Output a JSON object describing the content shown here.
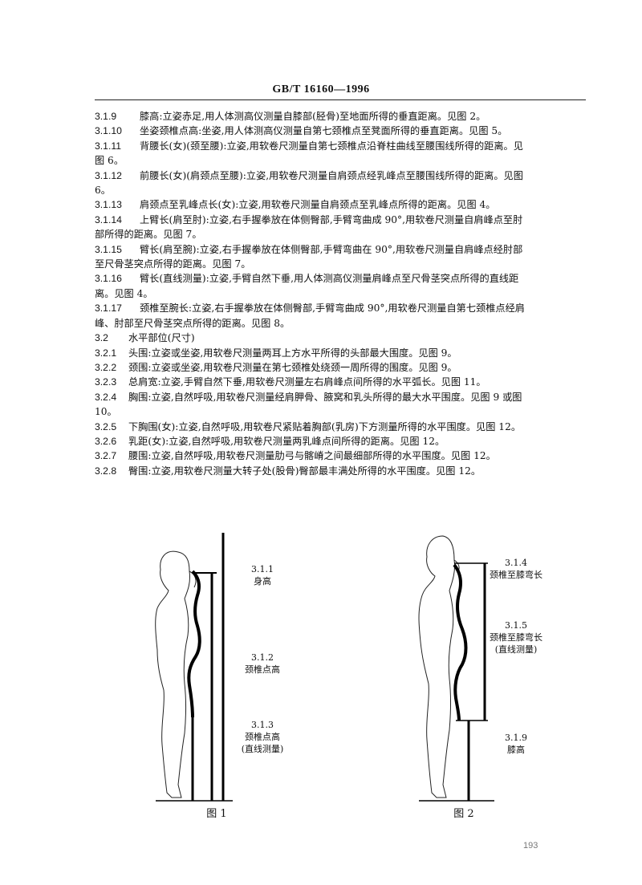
{
  "header": {
    "title": "GB/T 16160—1996"
  },
  "paragraphs": [
    {
      "num": "3.1.9",
      "text": "膝高:立姿赤足,用人体测高仪测量自膝部(胫骨)至地面所得的垂直距离。见图 2。"
    },
    {
      "num": "3.1.10",
      "text": "坐姿颈椎点高:坐姿,用人体测高仪测量自第七颈椎点至凳面所得的垂直距离。见图 5。"
    },
    {
      "num": "3.1.11",
      "text": "背腰长(女)(颈至腰):立姿,用软卷尺测量自第七颈椎点沿脊柱曲线至腰围线所得的距离。见",
      "cont": "图 6。"
    },
    {
      "num": "3.1.12",
      "text": "前腰长(女)(肩颈点至腰):立姿,用软卷尺测量自肩颈点经乳峰点至腰围线所得的距离。见图",
      "cont": "6。"
    },
    {
      "num": "3.1.13",
      "text": "肩颈点至乳峰点长(女):立姿,用软卷尺测量自肩颈点至乳峰点所得的距离。见图 4。"
    },
    {
      "num": "3.1.14",
      "text": "上臂长(肩至肘):立姿,右手握拳放在体侧臀部,手臂弯曲成 90°,用软卷尺测量自肩峰点至肘",
      "cont": "部所得的距离。见图 7。"
    },
    {
      "num": "3.1.15",
      "text": "臂长(肩至腕):立姿,右手握拳放在体侧臀部,手臂弯曲在 90°,用软卷尺测量自肩峰点经肘部",
      "cont": "至尺骨茎突点所得的距离。见图 7。"
    },
    {
      "num": "3.1.16",
      "text": "臂长(直线测量):立姿,手臂自然下垂,用人体测高仪测量肩峰点至尺骨茎突点所得的直线距",
      "cont": "离。见图 4。"
    },
    {
      "num": "3.1.17",
      "text": "颈椎至腕长:立姿,右手握拳放在体侧臀部,手臂弯曲成 90°,用软卷尺测量自第七颈椎点经肩",
      "cont": "峰、肘部至尺骨茎突点所得的距离。见图 8。"
    },
    {
      "num": "3.2",
      "text": "水平部位(尺寸)",
      "short": true
    },
    {
      "num": "3.2.1",
      "text": "头围:立姿或坐姿,用软卷尺测量两耳上方水平所得的头部最大围度。见图 9。"
    },
    {
      "num": "3.2.2",
      "text": "颈围:立姿或坐姿,用软卷尺测量在第七颈椎处绕颈一周所得的围度。见图 9。"
    },
    {
      "num": "3.2.3",
      "text": "总肩宽:立姿,手臂自然下垂,用软卷尺测量左右肩峰点间所得的水平弧长。见图 11。"
    },
    {
      "num": "3.2.4",
      "text": "胸围:立姿,自然呼吸,用软卷尺测量经肩胛骨、腋窝和乳头所得的最大水平围度。见图 9 或图",
      "cont": "10。"
    },
    {
      "num": "3.2.5",
      "text": "下胸围(女):立姿,自然呼吸,用软卷尺紧贴着胸部(乳房)下方测量所得的水平围度。见图 12。"
    },
    {
      "num": "3.2.6",
      "text": "乳距(女):立姿,自然呼吸,用软卷尺测量两乳峰点间所得的距离。见图 12。"
    },
    {
      "num": "3.2.7",
      "text": "腰围:立姿,自然呼吸,用软卷尺测量肋弓与髂嵴之间最细部所得的水平围度。见图 12。"
    },
    {
      "num": "3.2.8",
      "text": "臀围:立姿,用软卷尺测量大转子处(股骨)臀部最丰满处所得的水平围度。见图 12。"
    }
  ],
  "figure1": {
    "caption": "图 1",
    "labels": [
      {
        "code": "3.1.1",
        "name": "身高"
      },
      {
        "code": "3.1.2",
        "name": "颈椎点高"
      },
      {
        "code": "3.1.3",
        "name": "颈椎点高",
        "note": "(直线测量)"
      }
    ]
  },
  "figure2": {
    "caption": "图 2",
    "labels": [
      {
        "code": "3.1.4",
        "name": "颈椎至膝弯长"
      },
      {
        "code": "3.1.5",
        "name": "颈椎至膝弯长",
        "note": "(直线测量)"
      },
      {
        "code": "3.1.9",
        "name": "膝高"
      }
    ]
  },
  "footer": {
    "page_number": "193"
  }
}
